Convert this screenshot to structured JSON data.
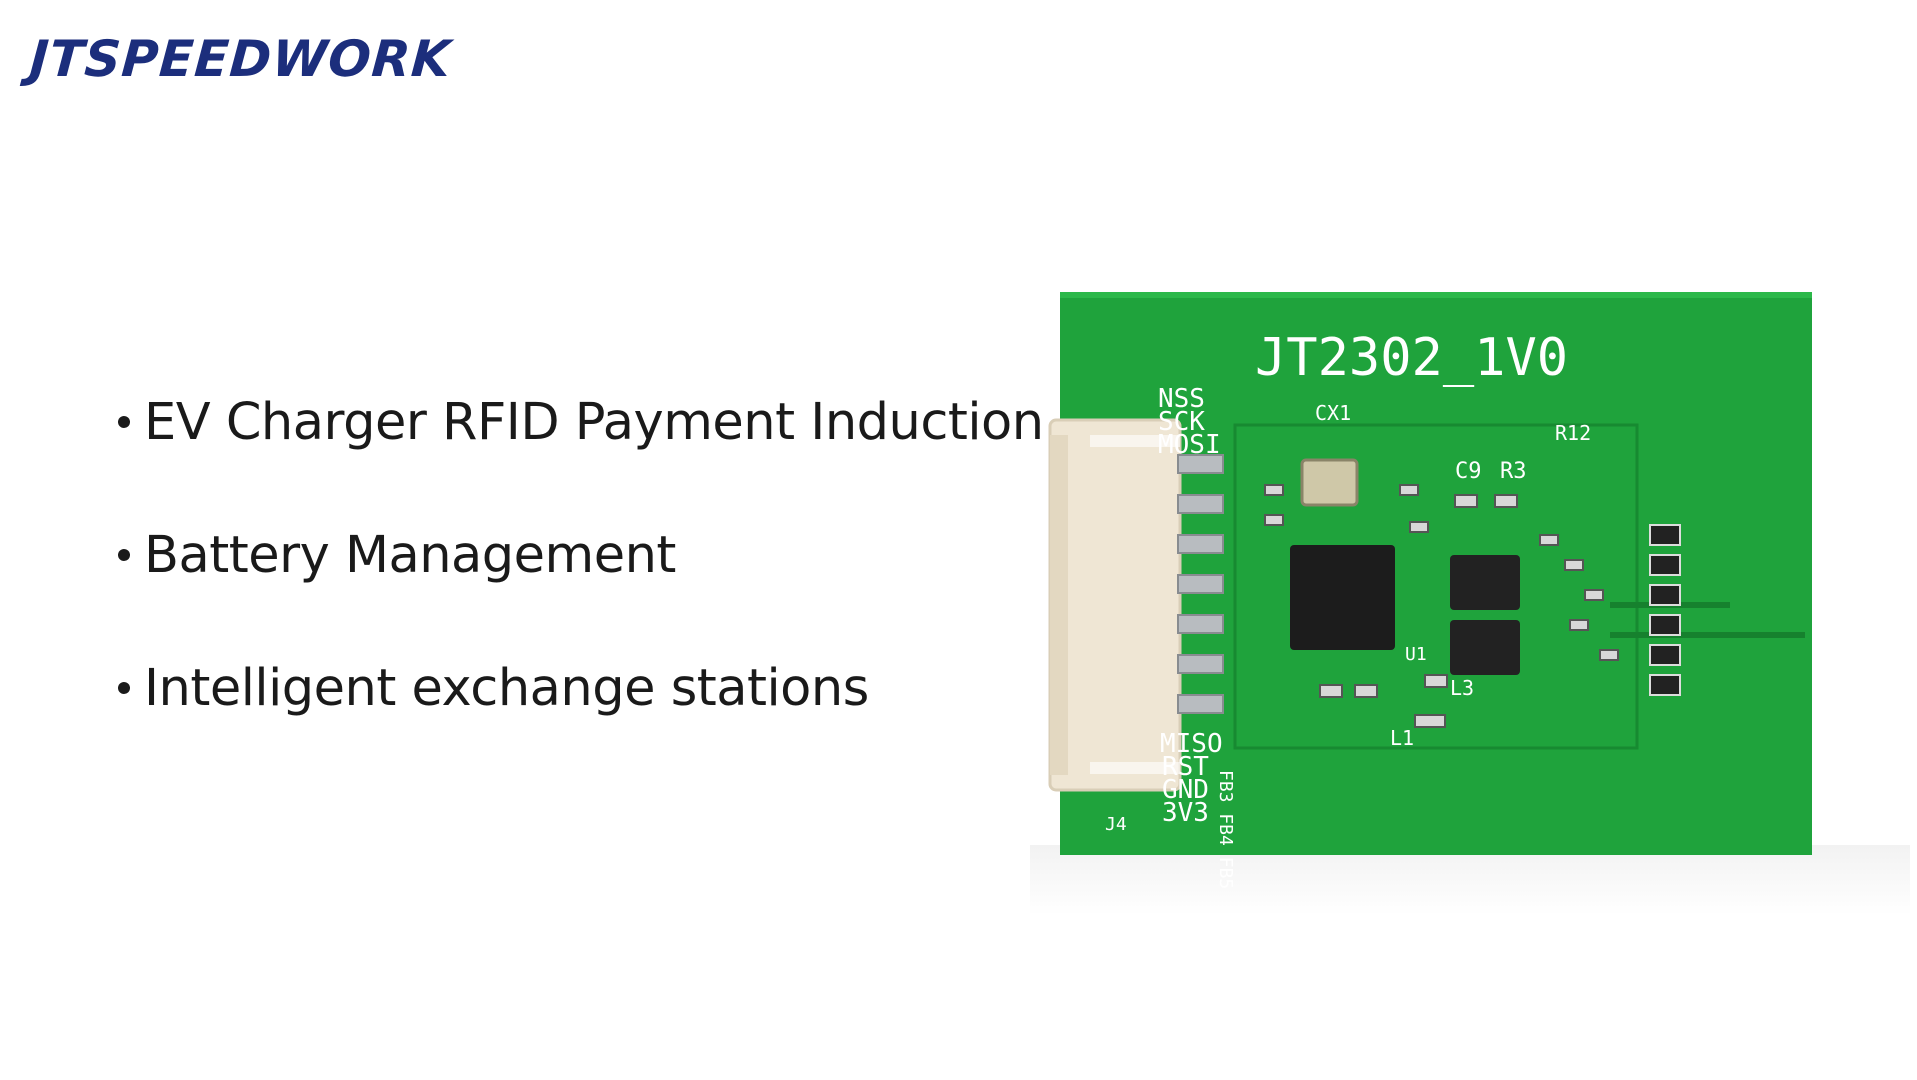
{
  "brand": {
    "name": "JTSPEEDWORK"
  },
  "bullets": [
    {
      "text": "EV Charger RFID Payment Induction"
    },
    {
      "text": "Battery Management"
    },
    {
      "text": "Intelligent exchange stations"
    }
  ],
  "pcb": {
    "model": "JT2302_1V0",
    "labels": {
      "nss": "NSS",
      "sck": "SCK",
      "mosi": "MOSI",
      "miso": "MISO",
      "rst": "RST",
      "gnd": "GND",
      "v33": "3V3",
      "j4": "J4",
      "fb": "FB3 FB4 FB5",
      "cx1": "CX1",
      "r3": "R3",
      "c9": "C9",
      "r12": "R12",
      "l1": "L1",
      "l3": "L3",
      "u1": "U1"
    }
  },
  "colors": {
    "brand": "#1c2e7c",
    "board": "#1fa33c",
    "silkscreen": "#ffffff",
    "connector": "#efe6d4"
  }
}
